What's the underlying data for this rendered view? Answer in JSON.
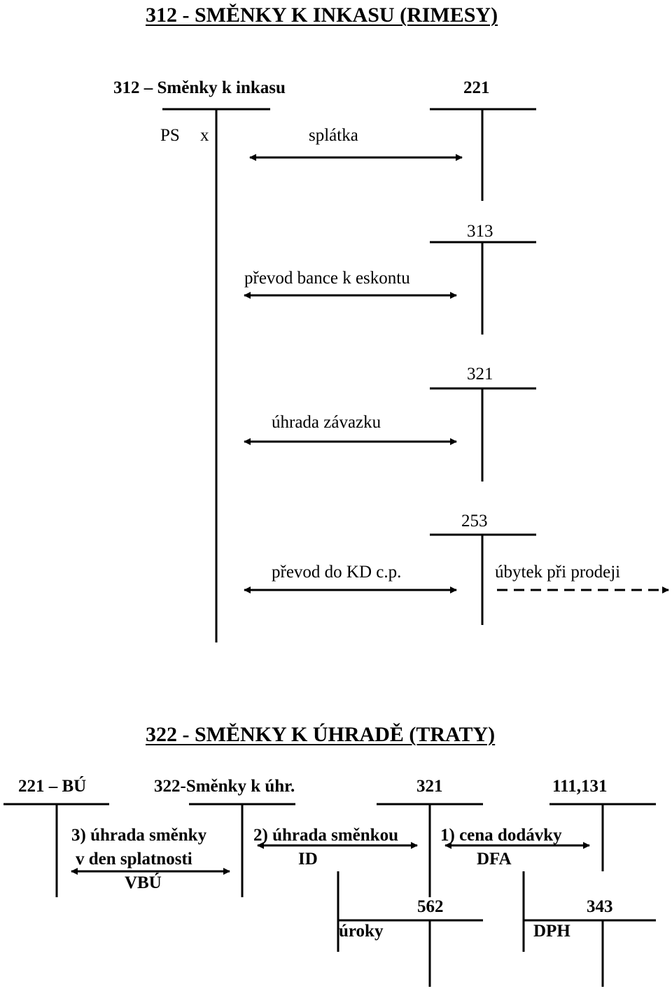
{
  "section1": {
    "title": "312 - SMĚNKY K INKASU (RIMESY)",
    "main_account": "312 – Směnky k inkasu",
    "opening_balance": "PS",
    "opening_value": "x",
    "accounts": [
      {
        "number": "221",
        "operation": "splátka"
      },
      {
        "number": "313",
        "operation": "převod bance k eskontu"
      },
      {
        "number": "321",
        "operation": "úhrada závazku"
      },
      {
        "number": "253",
        "operation": "převod do KD c.p."
      }
    ],
    "outflow_note": "úbytek při prodeji"
  },
  "section2": {
    "title": "322 - SMĚNKY K ÚHRADĚ (TRATY)",
    "accounts": [
      {
        "number": "221 – BÚ"
      },
      {
        "number": "322-Směnky k úhr."
      },
      {
        "number": "321"
      },
      {
        "number": "111,131"
      },
      {
        "number": "562"
      },
      {
        "number": "343"
      }
    ],
    "steps": [
      {
        "line1": "3) úhrada směnky",
        "line2": "v den splatnosti",
        "line3": "VBÚ"
      },
      {
        "line1": "2) úhrada směnkou",
        "line2": "ID"
      },
      {
        "line1": "1) cena dodávky",
        "line2": "DFA"
      }
    ],
    "interest_label": "úroky",
    "vat_label": "DPH"
  }
}
